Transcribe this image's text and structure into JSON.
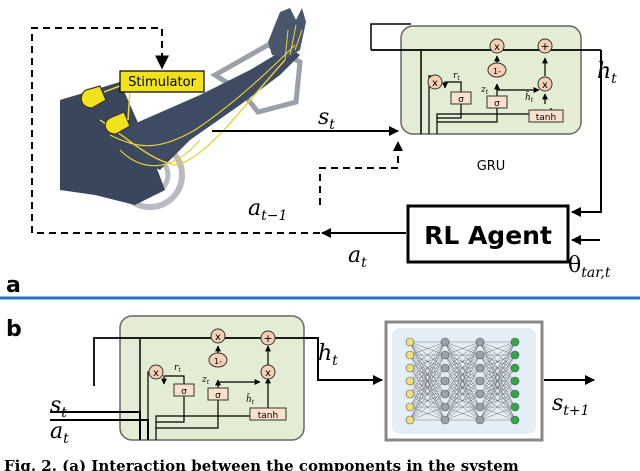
{
  "panel_a": {
    "letter": "a",
    "stimulator_label": "Stimulator",
    "gru_label": "GRU",
    "rl_agent_label": "RL Agent",
    "labels": {
      "s_t": {
        "main": "s",
        "sub": "t"
      },
      "h_t": {
        "main": "h",
        "sub": "t"
      },
      "a_t_minus_1": {
        "main": "a",
        "sub": "t−1"
      },
      "a_t": {
        "main": "a",
        "sub": "t"
      },
      "theta_tar": {
        "main": "θ",
        "sub": "tar,t"
      }
    }
  },
  "panel_b": {
    "letter": "b",
    "labels": {
      "h_t": {
        "main": "h",
        "sub": "t"
      },
      "s_t": {
        "main": "s",
        "sub": "t"
      },
      "a_t": {
        "main": "a",
        "sub": "t"
      },
      "s_t_plus_1": {
        "main": "s",
        "sub": "t+1"
      }
    }
  },
  "gru_cell": {
    "multiply_symbol": "x",
    "add_symbol": "+",
    "one_minus": "1-",
    "sigma": "σ",
    "tanh": "tanh",
    "r": {
      "main": "r",
      "sub": "t"
    },
    "z": {
      "main": "z",
      "sub": "t"
    },
    "h_tilde": {
      "main": "h̃",
      "sub": "t"
    }
  },
  "caption_fragment": "Fig. 2.  (a) Interaction between the components in the system",
  "colors": {
    "divider": "#1f74c2",
    "gru_fill": "#e3edd3",
    "gate_circle": "#f6cfb4",
    "arm": "#3a465c",
    "nerve": "#e8d23c",
    "electrode": "#f2e21c",
    "network_bg": "#e4eef7"
  }
}
